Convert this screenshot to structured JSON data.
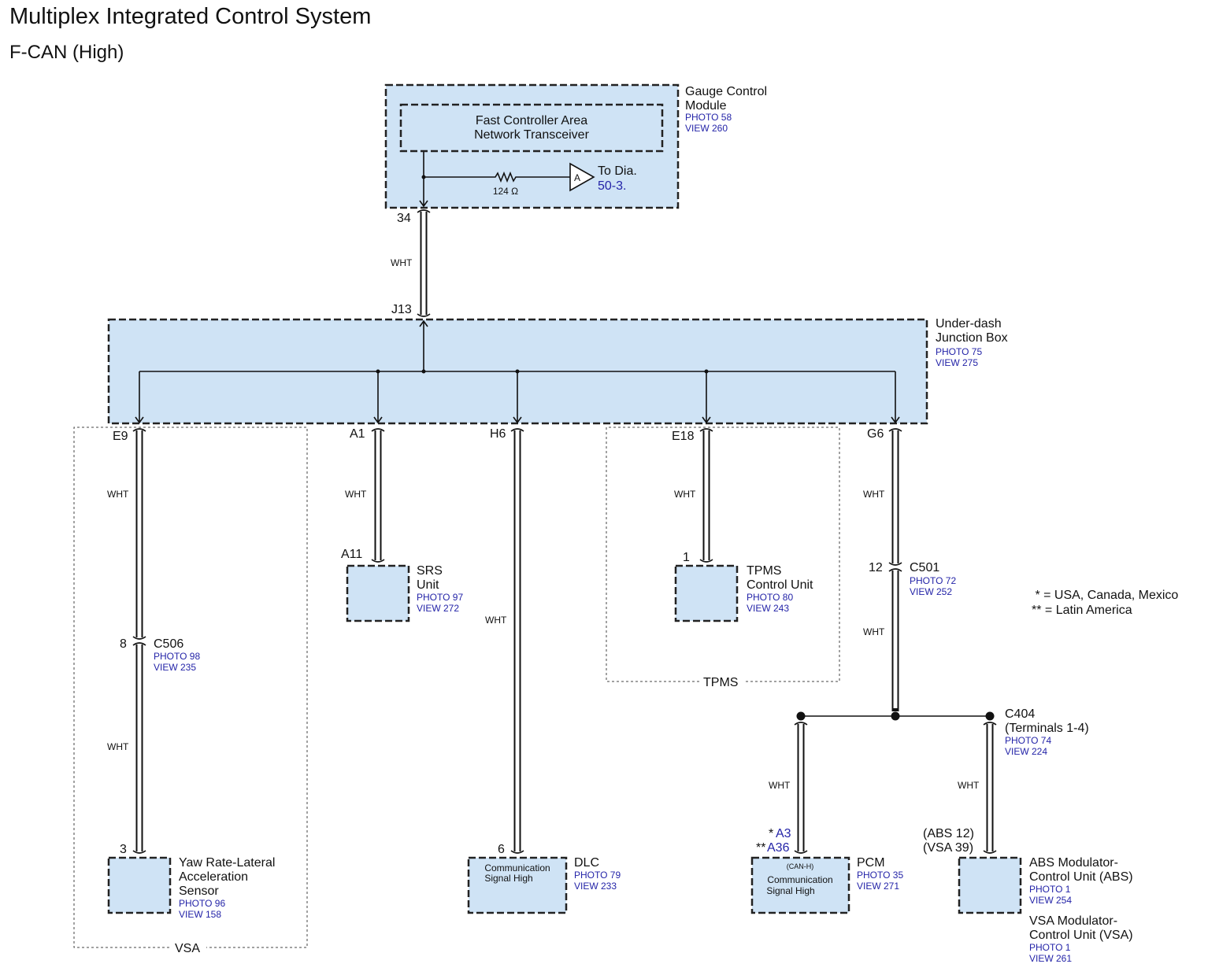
{
  "title": "Multiplex Integrated Control System",
  "subtitle": "F-CAN (High)",
  "gauge": {
    "name_line1": "Gauge Control",
    "name_line2": "Module",
    "photo": "PHOTO 58",
    "view": "VIEW 260",
    "transceiver_line1": "Fast Controller Area",
    "transceiver_line2": "Network Transceiver",
    "resistor": "124 Ω",
    "connector_letter": "A",
    "to_dia": "To Dia.",
    "to_dia_ref": "50-3.",
    "pin": "34"
  },
  "junction": {
    "name_line1": "Under-dash",
    "name_line2": "Junction Box",
    "photo": "PHOTO 75",
    "view": "VIEW 275",
    "in_pin": "J13",
    "out_pins": [
      "E9",
      "A1",
      "H6",
      "E18",
      "G6"
    ]
  },
  "wire_color": "WHT",
  "yaw": {
    "name_line1": "Yaw Rate-Lateral",
    "name_line2": "Acceleration",
    "name_line3": "Sensor",
    "photo": "PHOTO 96",
    "view": "VIEW 158",
    "pin": "3"
  },
  "c506": {
    "name": "C506",
    "pin": "8",
    "photo": "PHOTO 98",
    "view": "VIEW 235"
  },
  "vsa_group": "VSA",
  "srs": {
    "name_line1": "SRS",
    "name_line2": "Unit",
    "photo": "PHOTO 97",
    "view": "VIEW 272",
    "pin": "A11"
  },
  "dlc": {
    "name": "DLC",
    "photo": "PHOTO 79",
    "view": "VIEW 233",
    "pin": "6",
    "inner_line1": "Communication",
    "inner_line2": "Signal High"
  },
  "tpms": {
    "name_line1": "TPMS",
    "name_line2": "Control Unit",
    "photo": "PHOTO 80",
    "view": "VIEW 243",
    "pin": "1"
  },
  "tpms_group": "TPMS",
  "c501": {
    "name": "C501",
    "pin": "12",
    "photo": "PHOTO 72",
    "view": "VIEW 252"
  },
  "c404": {
    "name": "C404",
    "terminals": "(Terminals 1-4)",
    "photo": "PHOTO 74",
    "view": "VIEW 224"
  },
  "pcm": {
    "name": "PCM",
    "photo": "PHOTO 35",
    "view": "VIEW 271",
    "pin1_mark": "*",
    "pin1": "A3",
    "pin2_mark": "**",
    "pin2": "A36",
    "inner_tag": "(CAN-H)",
    "inner_line1": "Communication",
    "inner_line2": "Signal High"
  },
  "abs": {
    "pin1": "(ABS 12)",
    "pin2": "(VSA 39)",
    "name_line1": "ABS Modulator-",
    "name_line2": "Control Unit (ABS)",
    "photo1": "PHOTO 1",
    "view1": "VIEW 254",
    "name_line3": "VSA Modulator-",
    "name_line4": "Control Unit (VSA)",
    "photo2": "PHOTO 1",
    "view2": "VIEW 261"
  },
  "legend": {
    "line1": " * = USA, Canada, Mexico",
    "line2": "** = Latin America"
  }
}
